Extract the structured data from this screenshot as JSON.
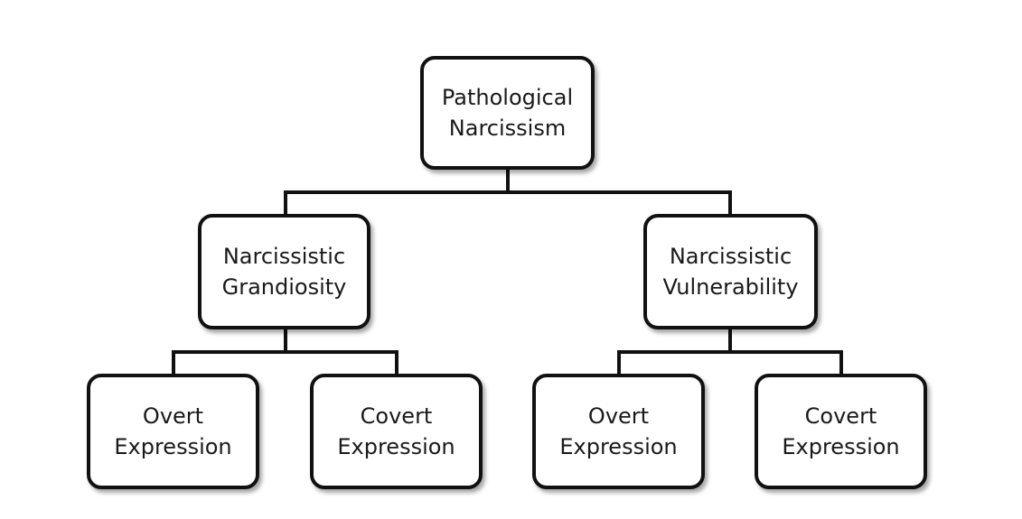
{
  "root": {
    "line1": "Pathological",
    "line2": "Narcissism"
  },
  "grandiosity": {
    "line1": "Narcissistic",
    "line2": "Grandiosity",
    "overt": {
      "line1": "Overt",
      "line2": "Expression"
    },
    "covert": {
      "line1": "Covert",
      "line2": "Expression"
    }
  },
  "vulnerability": {
    "line1": "Narcissistic",
    "line2": "Vulnerability",
    "overt": {
      "line1": "Overt",
      "line2": "Expression"
    },
    "covert": {
      "line1": "Covert",
      "line2": "Expression"
    }
  },
  "colors": {
    "stroke": "#111111",
    "fill": "#ffffff",
    "text": "#1a1a1a"
  }
}
